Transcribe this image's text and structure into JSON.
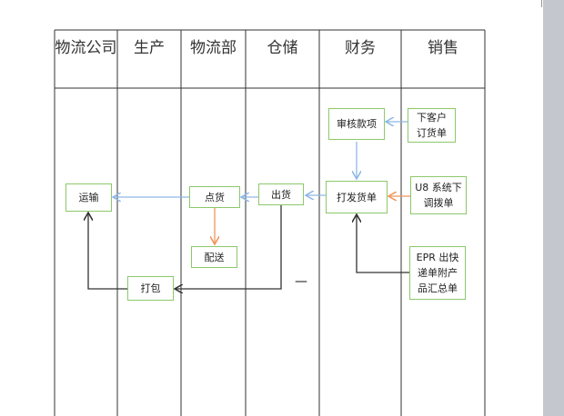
{
  "lanes": [
    "物流公司",
    "生产",
    "物流部",
    "仓储",
    "财务",
    "销售"
  ],
  "boxes": {
    "transport": "运输",
    "count": "点货",
    "ship": "出货",
    "deliver": "配送",
    "pack": "打包",
    "audit": "审核款项",
    "invoice": "打发货单",
    "order": "下客户订货单",
    "u8": "U8 系统下调拨单",
    "epr": "EPR 出快递单附产品汇总单"
  },
  "dash": "—",
  "colors": {
    "box_border": "#8cc86a",
    "blue_arrow": "#8fb8e6",
    "orange_arrow": "#f0955a",
    "black_arrow": "#333333"
  }
}
